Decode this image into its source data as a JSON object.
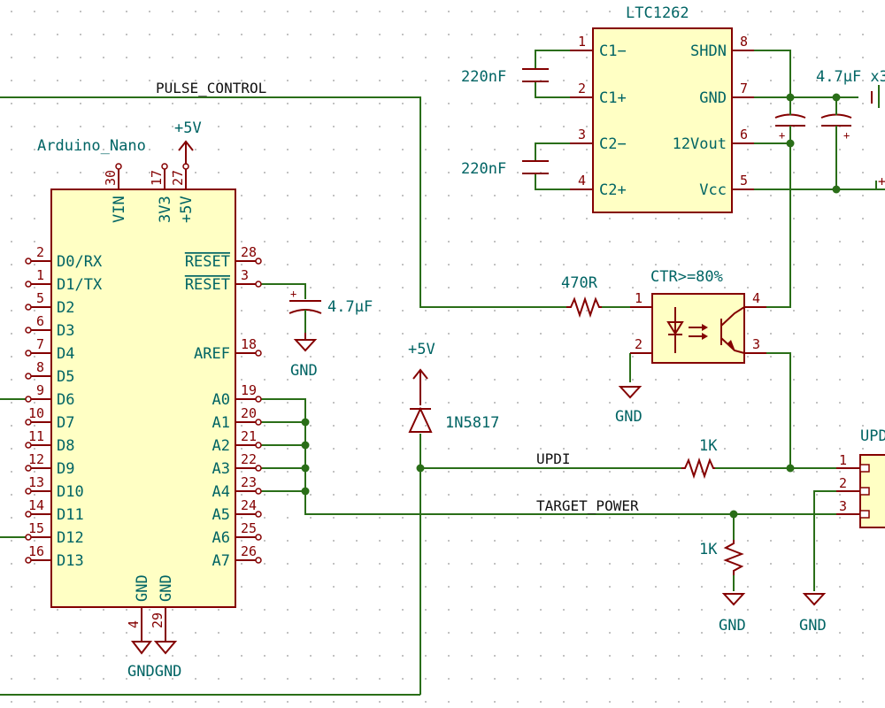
{
  "nano": {
    "name": "Arduino_Nano",
    "left_pins": [
      {
        "num": "2",
        "name": "D0/RX"
      },
      {
        "num": "1",
        "name": "D1/TX"
      },
      {
        "num": "5",
        "name": "D2"
      },
      {
        "num": "6",
        "name": "D3"
      },
      {
        "num": "7",
        "name": "D4"
      },
      {
        "num": "8",
        "name": "D5"
      },
      {
        "num": "9",
        "name": "D6"
      },
      {
        "num": "10",
        "name": "D7"
      },
      {
        "num": "11",
        "name": "D8"
      },
      {
        "num": "12",
        "name": "D9"
      },
      {
        "num": "13",
        "name": "D10"
      },
      {
        "num": "14",
        "name": "D11"
      },
      {
        "num": "15",
        "name": "D12"
      },
      {
        "num": "16",
        "name": "D13"
      }
    ],
    "right_pins": [
      {
        "num": "28",
        "name": "RESET"
      },
      {
        "num": "3",
        "name": "RESET"
      },
      {
        "num": "18",
        "name": "AREF"
      },
      {
        "num": "19",
        "name": "A0"
      },
      {
        "num": "20",
        "name": "A1"
      },
      {
        "num": "21",
        "name": "A2"
      },
      {
        "num": "22",
        "name": "A3"
      },
      {
        "num": "23",
        "name": "A4"
      },
      {
        "num": "24",
        "name": "A5"
      },
      {
        "num": "25",
        "name": "A6"
      },
      {
        "num": "26",
        "name": "A7"
      }
    ],
    "top_pins": [
      {
        "num": "30",
        "name": "VIN"
      },
      {
        "num": "17",
        "name": "3V3"
      },
      {
        "num": "27",
        "name": "+5V"
      }
    ],
    "bottom_pins": [
      {
        "num": "4",
        "name": "GND"
      },
      {
        "num": "29",
        "name": "GND"
      }
    ]
  },
  "ltc": {
    "name": "LTC1262",
    "left_pins": [
      {
        "num": "1",
        "name": "C1−"
      },
      {
        "num": "2",
        "name": "C1+"
      },
      {
        "num": "3",
        "name": "C2−"
      },
      {
        "num": "4",
        "name": "C2+"
      }
    ],
    "right_pins": [
      {
        "num": "8",
        "name": "SHDN"
      },
      {
        "num": "7",
        "name": "GND"
      },
      {
        "num": "6",
        "name": "12Vout"
      },
      {
        "num": "5",
        "name": "Vcc"
      }
    ]
  },
  "opto": {
    "label": "CTR>=80%",
    "pins": [
      "1",
      "2",
      "4",
      "3"
    ]
  },
  "labels": {
    "cap_c1": "220nF",
    "cap_c2": "220nF",
    "cap_out": "4.7µF x3",
    "cap_reset": "4.7µF",
    "resistor_470": "470R",
    "resistor_updi": "1K",
    "resistor_pull": "1K",
    "diode": "1N5817",
    "net_pulse": "PULSE_CONTROL",
    "net_updi": "UPDI",
    "net_target": "TARGET_POWER",
    "power_5v_nano": "+5V",
    "power_5v_diode": "+5V",
    "gnd_reset": "GND",
    "gnd_opto": "GND",
    "gnd_pull": "GND",
    "gnd_conn": "GND",
    "gnd_nano": "GNDGND",
    "conn_ref": "UPDI",
    "conn_pins": [
      "1",
      "2",
      "3"
    ]
  }
}
